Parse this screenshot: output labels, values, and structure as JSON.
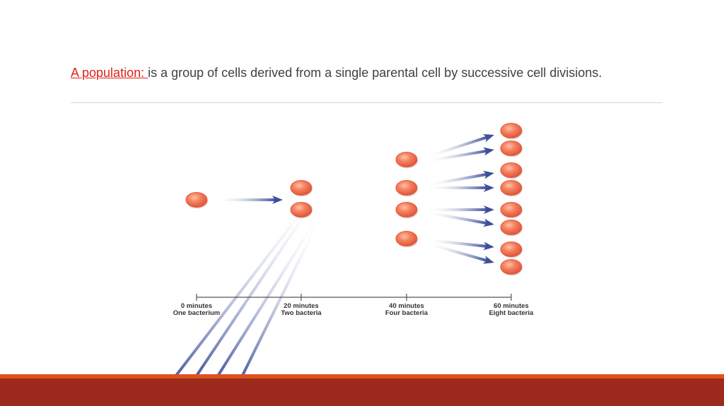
{
  "definition": {
    "term": "A population: ",
    "text": "is a group of cells derived from a single parental cell by successive cell divisions."
  },
  "timeline": [
    {
      "time": "0 minutes",
      "count": "One bacterium",
      "cells": 1
    },
    {
      "time": "20 minutes",
      "count": "Two bacteria",
      "cells": 2
    },
    {
      "time": "40 minutes",
      "count": "Four bacteria",
      "cells": 4
    },
    {
      "time": "60 minutes",
      "count": "Eight bacteria",
      "cells": 8
    }
  ],
  "colors": {
    "term": "#e0201b",
    "cell": "#f26d4f",
    "arrow": "#3d4f9a",
    "footer_accent": "#e0521f",
    "footer": "#9c2b1e"
  }
}
